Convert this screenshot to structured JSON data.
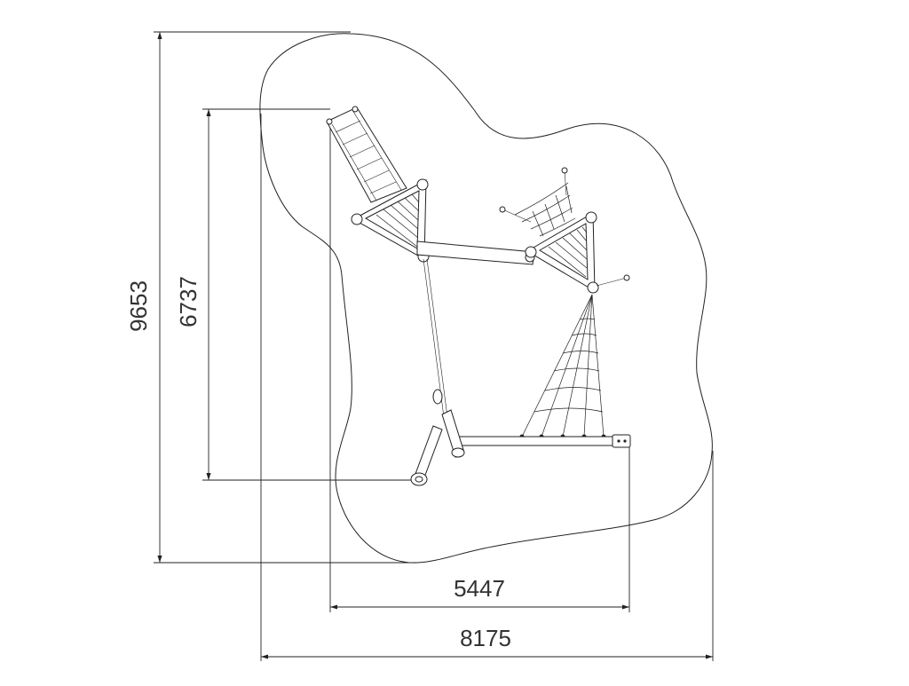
{
  "dimensions": {
    "overall_height": "9653",
    "frame_height": "6737",
    "frame_width": "5447",
    "overall_width": "8175"
  },
  "line_color": "#222222",
  "text_color": "#333333"
}
